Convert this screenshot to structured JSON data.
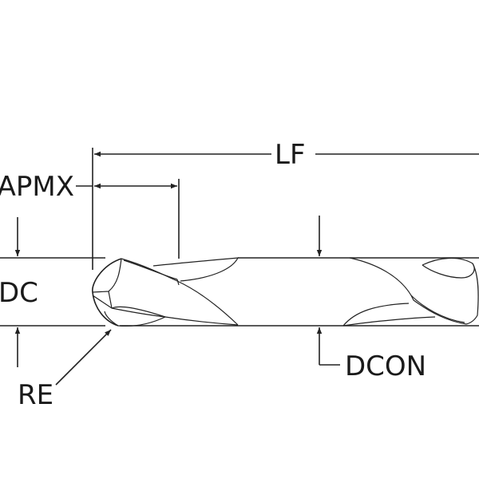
{
  "drawing": {
    "title": "Ball end mill dimension diagram",
    "labels": {
      "lf": "LF",
      "apmx": "APMX",
      "dc": "DC",
      "re": "RE",
      "dcon": "DCON"
    },
    "colors": {
      "line": "#222222",
      "background": "#ffffff"
    }
  }
}
